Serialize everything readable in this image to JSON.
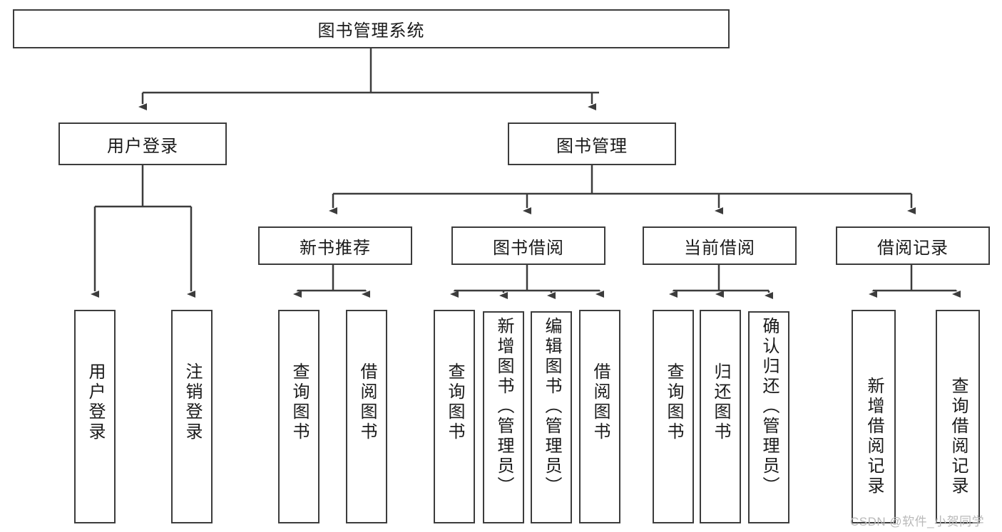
{
  "diagram": {
    "title": "图书管理系统",
    "watermark": "CSDN @软件_小贺同学",
    "colors": {
      "border": "#3c3c3c",
      "fill": "#ffffff",
      "text": "#1a1a1a",
      "connector": "#3c3c3c",
      "watermark": "#b9b9b9"
    },
    "root": {
      "label": "图书管理系统"
    },
    "level2": [
      {
        "label": "用户登录"
      },
      {
        "label": "图书管理"
      }
    ],
    "level3": [
      {
        "label": "新书推荐"
      },
      {
        "label": "图书借阅"
      },
      {
        "label": "当前借阅"
      },
      {
        "label": "借阅记录"
      }
    ],
    "leaves": {
      "user_login": [
        {
          "label": "用户登录"
        },
        {
          "label": "注销登录"
        }
      ],
      "new_book": [
        {
          "label": "查询图书"
        },
        {
          "label": "借阅图书"
        }
      ],
      "book_borrow": [
        {
          "label": "查询图书"
        },
        {
          "label": "新增图书（管理员）"
        },
        {
          "label": "编辑图书（管理员）"
        },
        {
          "label": "借阅图书"
        }
      ],
      "current_borrow": [
        {
          "label": "查询图书"
        },
        {
          "label": "归还图书"
        },
        {
          "label": "确认归还（管理员）"
        }
      ],
      "borrow_record": [
        {
          "label": "新增借阅记录"
        },
        {
          "label": "查询借阅记录"
        }
      ]
    }
  }
}
